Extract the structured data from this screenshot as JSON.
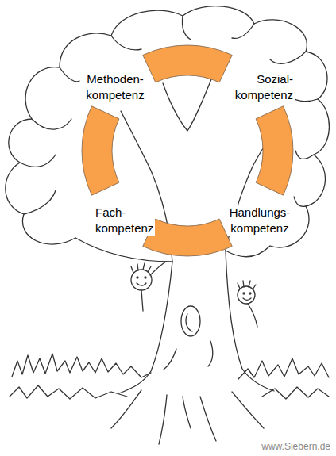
{
  "diagram": {
    "labels": [
      "Methoden- kompetenz",
      "Sozial- kompetenz",
      "Fach- kompetenz",
      "Handlungs- kompetenz",
      "www.Siebern.de"
    ]
  }
}
